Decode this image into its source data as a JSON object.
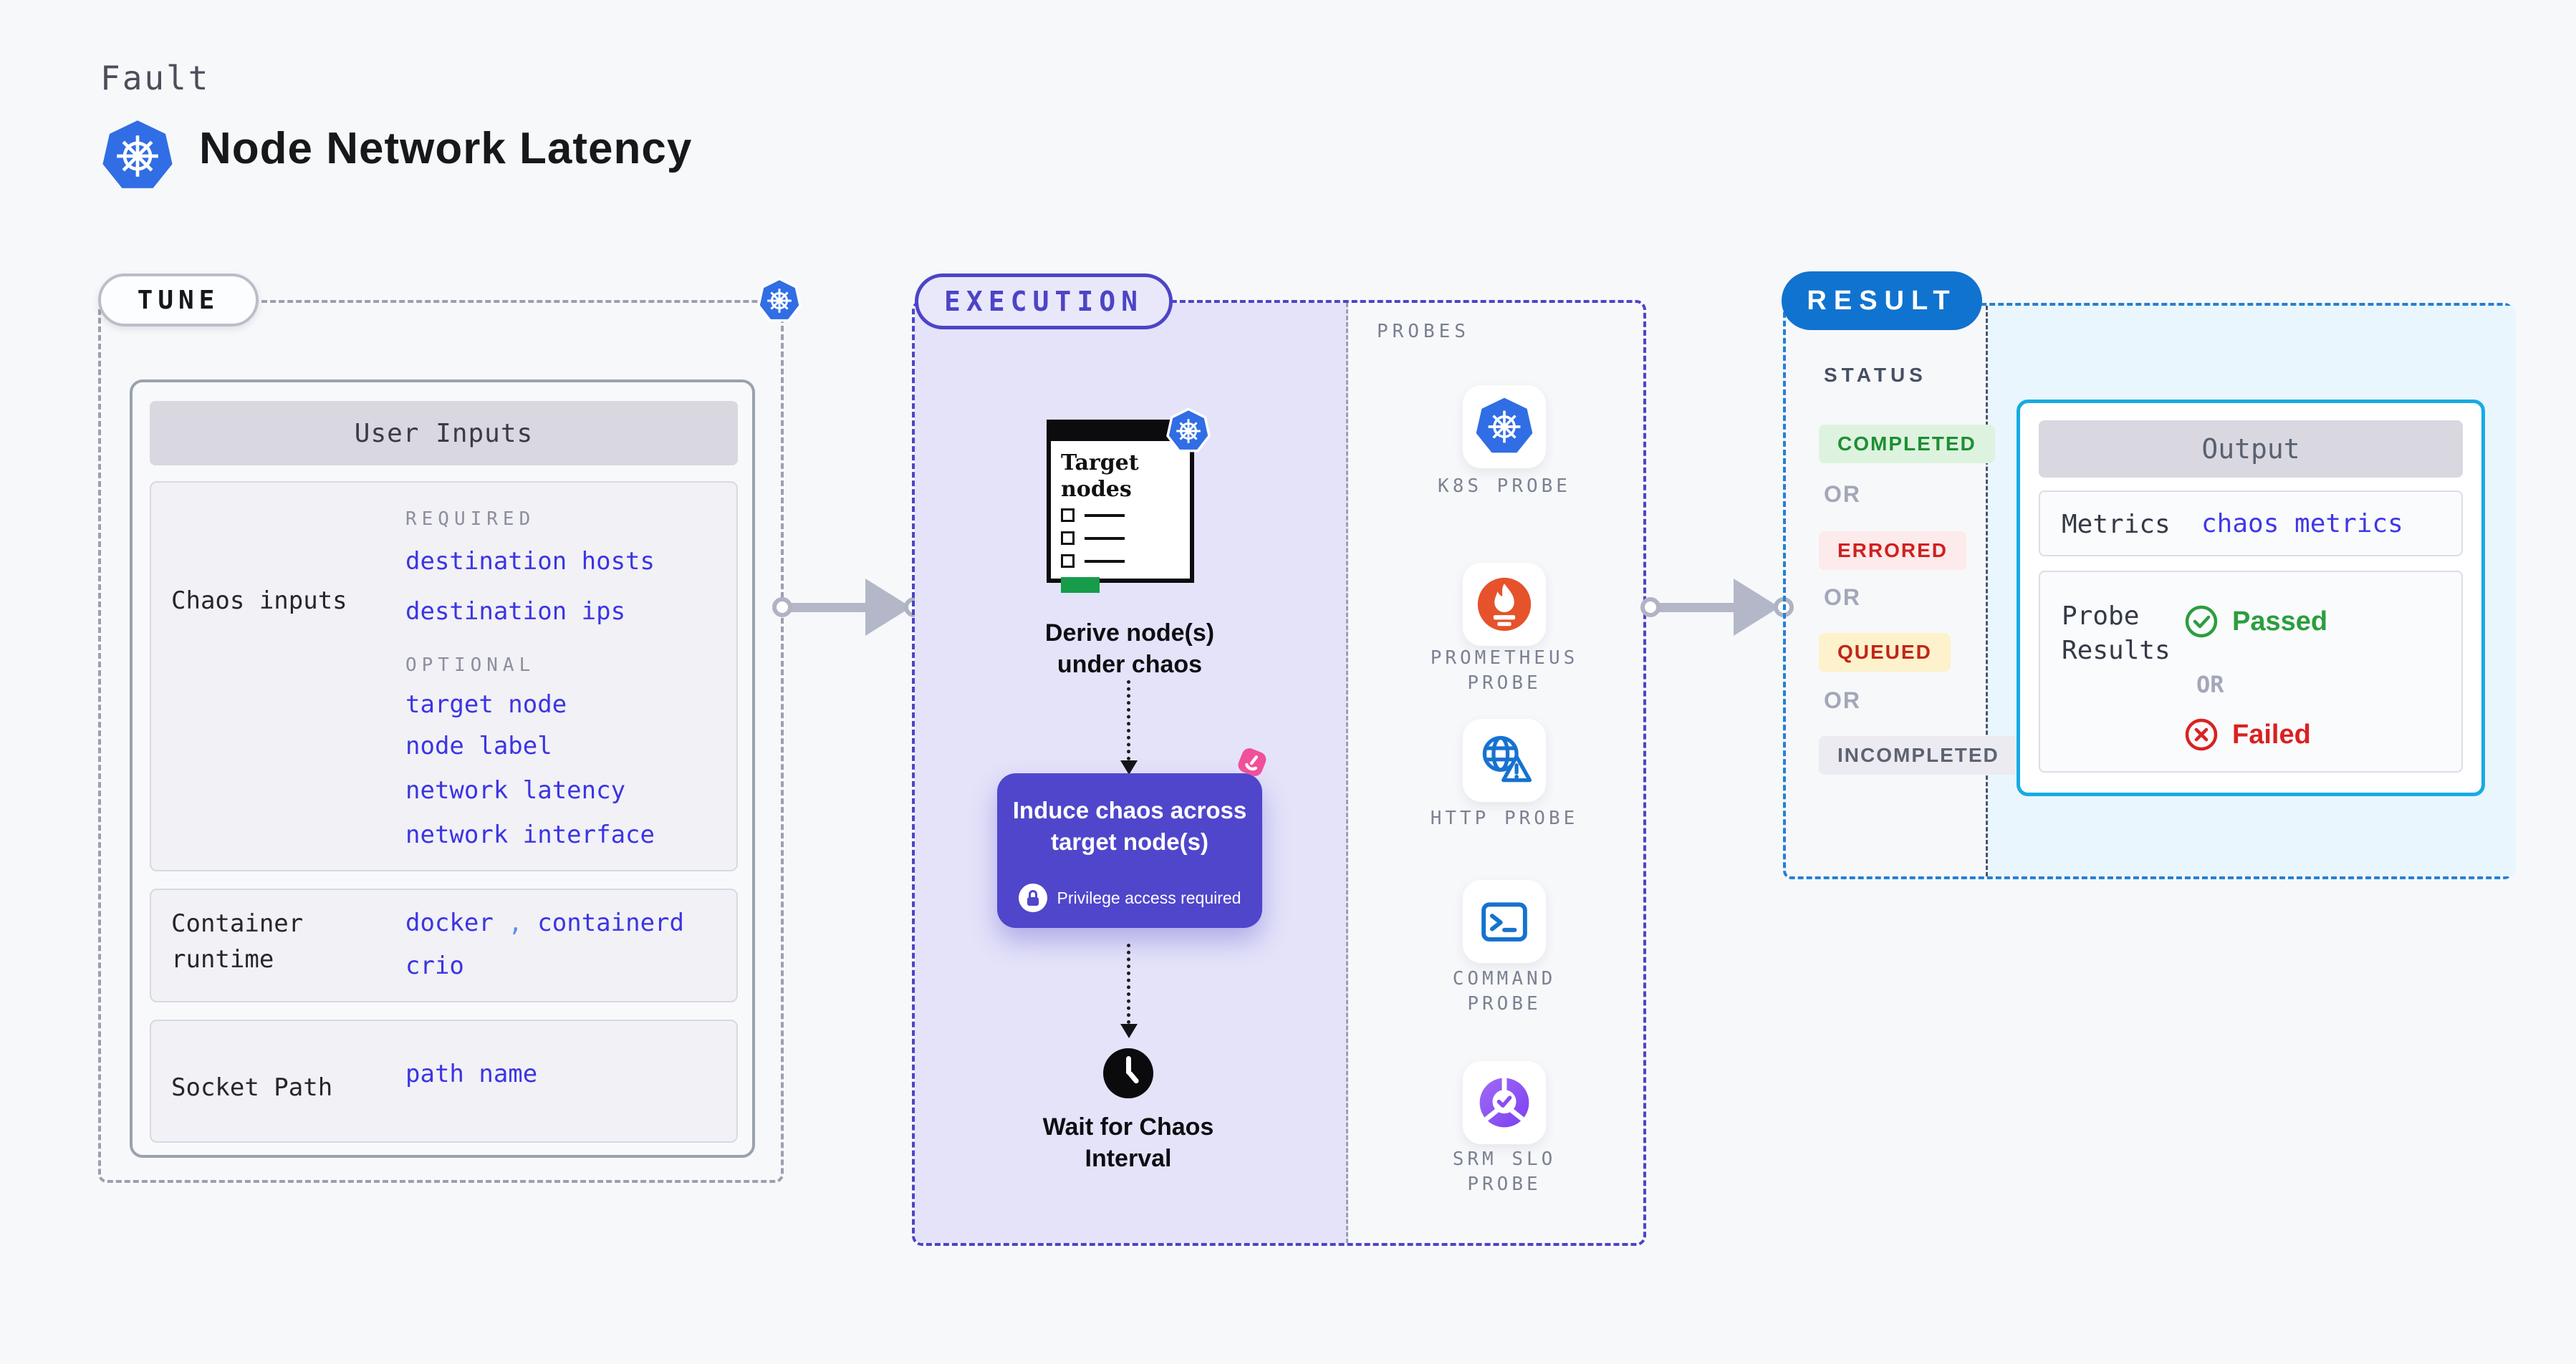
{
  "palette": {
    "page_bg": "#f7f8fa",
    "k8s_blue": "#316de4",
    "indigo_accent": "#4d44c6",
    "indigo_value_text": "#3c34e3",
    "lavender_panel": "#e4e3f9",
    "induce_box": "#5046cb",
    "litmus_pink": "#f0509a",
    "result_blue": "#1173d0",
    "output_border_cyan": "#16abe3",
    "result_area_bg": "#e9f6fd",
    "arrow_gray": "#b4b7c7",
    "green_ok": "#2b9e3f",
    "red_fail": "#da2121",
    "prometheus_orange": "#e6522c",
    "srm_purple": "#8b4df0"
  },
  "header": {
    "kicker": "Fault",
    "title": "Node Network Latency"
  },
  "tune": {
    "badge": "TUNE",
    "user_inputs": {
      "title": "User Inputs",
      "chaos_inputs": {
        "label": "Chaos inputs",
        "required_heading": "REQUIRED",
        "required_items": [
          "destination hosts",
          "destination ips"
        ],
        "optional_heading": "OPTIONAL",
        "optional_items": [
          "target node",
          "node label",
          "network latency",
          "network interface"
        ]
      },
      "container_runtime": {
        "label": "Container runtime",
        "values": [
          "docker",
          "containerd",
          "crio"
        ],
        "separator": ","
      },
      "socket_path": {
        "label": "Socket Path",
        "value": "path name"
      }
    }
  },
  "execution": {
    "badge": "EXECUTION",
    "target_card": {
      "line1": "Target",
      "line2": "nodes"
    },
    "derive": {
      "line1": "Derive node(s)",
      "line2": "under chaos"
    },
    "induce": {
      "line1": "Induce chaos across",
      "line2": "target node(s)"
    },
    "privilege_note": "Privilege access required",
    "wait": {
      "line1": "Wait for Chaos",
      "line2": "Interval"
    }
  },
  "probes": {
    "title": "PROBES",
    "items": [
      {
        "name": "K8S PROBE",
        "line1": "K8S PROBE",
        "line2": ""
      },
      {
        "name": "PROMETHEUS PROBE",
        "line1": "PROMETHEUS",
        "line2": "PROBE"
      },
      {
        "name": "HTTP PROBE",
        "line1": "HTTP PROBE",
        "line2": ""
      },
      {
        "name": "COMMAND PROBE",
        "line1": "COMMAND",
        "line2": "PROBE"
      },
      {
        "name": "SRM SLO PROBE",
        "line1": "SRM SLO",
        "line2": "PROBE"
      }
    ]
  },
  "result": {
    "badge": "RESULT",
    "status": {
      "title": "STATUS",
      "or": "OR",
      "badges": [
        {
          "label": "COMPLETED"
        },
        {
          "label": "ERRORED"
        },
        {
          "label": "QUEUED"
        },
        {
          "label": "INCOMPLETED"
        }
      ]
    },
    "output": {
      "title": "Output",
      "metrics_label": "Metrics",
      "metrics_value": "chaos metrics",
      "probe_results_label": "Probe Results",
      "passed": "Passed",
      "or": "OR",
      "failed": "Failed"
    }
  }
}
